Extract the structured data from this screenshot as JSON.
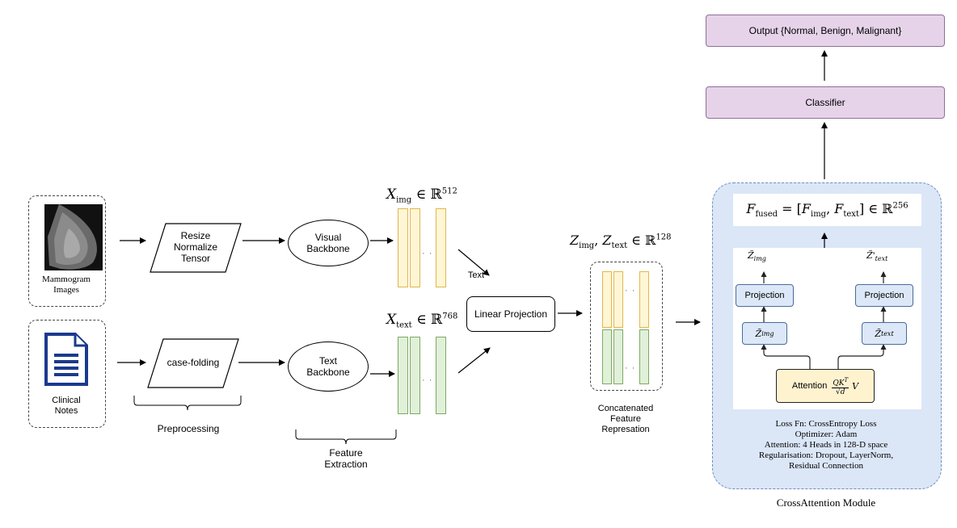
{
  "inputs": {
    "mammogram_label": "Mammogram\nImages",
    "clinical_label": "Clinical\nNotes"
  },
  "preprocess": {
    "image_steps": "Resize\nNormalize\nTensor",
    "text_step": "case-folding",
    "group_label": "Preprocessing"
  },
  "backbones": {
    "visual": "Visual\nBackbone",
    "text": "Text\nBackbone",
    "group_label": "Feature\nExtraction"
  },
  "features": {
    "img_math": "X_img ∈ ℝ^512",
    "text_math": "X_text ∈ ℝ^768",
    "text_arrow_label": "Text"
  },
  "projection": {
    "label": "Linear Projection",
    "z_math": "Z_img, Z_text ∈ ℝ^128",
    "concat_label": "Concatenated\nFeature\nRepresation"
  },
  "module": {
    "fused_math": "F_fused = [F_img, F_text] ∈ ℝ^256",
    "z_img_top": "Z̃_img",
    "z_text_top": "Z̃'_text",
    "projection_left": "Projection",
    "projection_right": "Projection",
    "z_img_mid": "Z̃_img",
    "z_text_mid": "Z̃_text",
    "attention_label": "Attention",
    "attention_formula": "QK^T/√d V",
    "notes": [
      "Loss Fn: CrossEntropy Loss",
      "Optimizer: Adam",
      "Attention: 4 Heads in 128-D space",
      "Regularisation: Dropout, LayerNorm,",
      "Residual Connection"
    ],
    "caption": "CrossAttention Module"
  },
  "classifier": {
    "label": "Classifier"
  },
  "output": {
    "label": "Output {Normal, Benign, Malignant}"
  },
  "colors": {
    "purple_fill": "#e6d3ea",
    "module_fill": "#dbe6f7",
    "img_feature": "#fff6d6",
    "text_feature": "#e1f0d9",
    "attention_fill": "#fff3cf"
  }
}
